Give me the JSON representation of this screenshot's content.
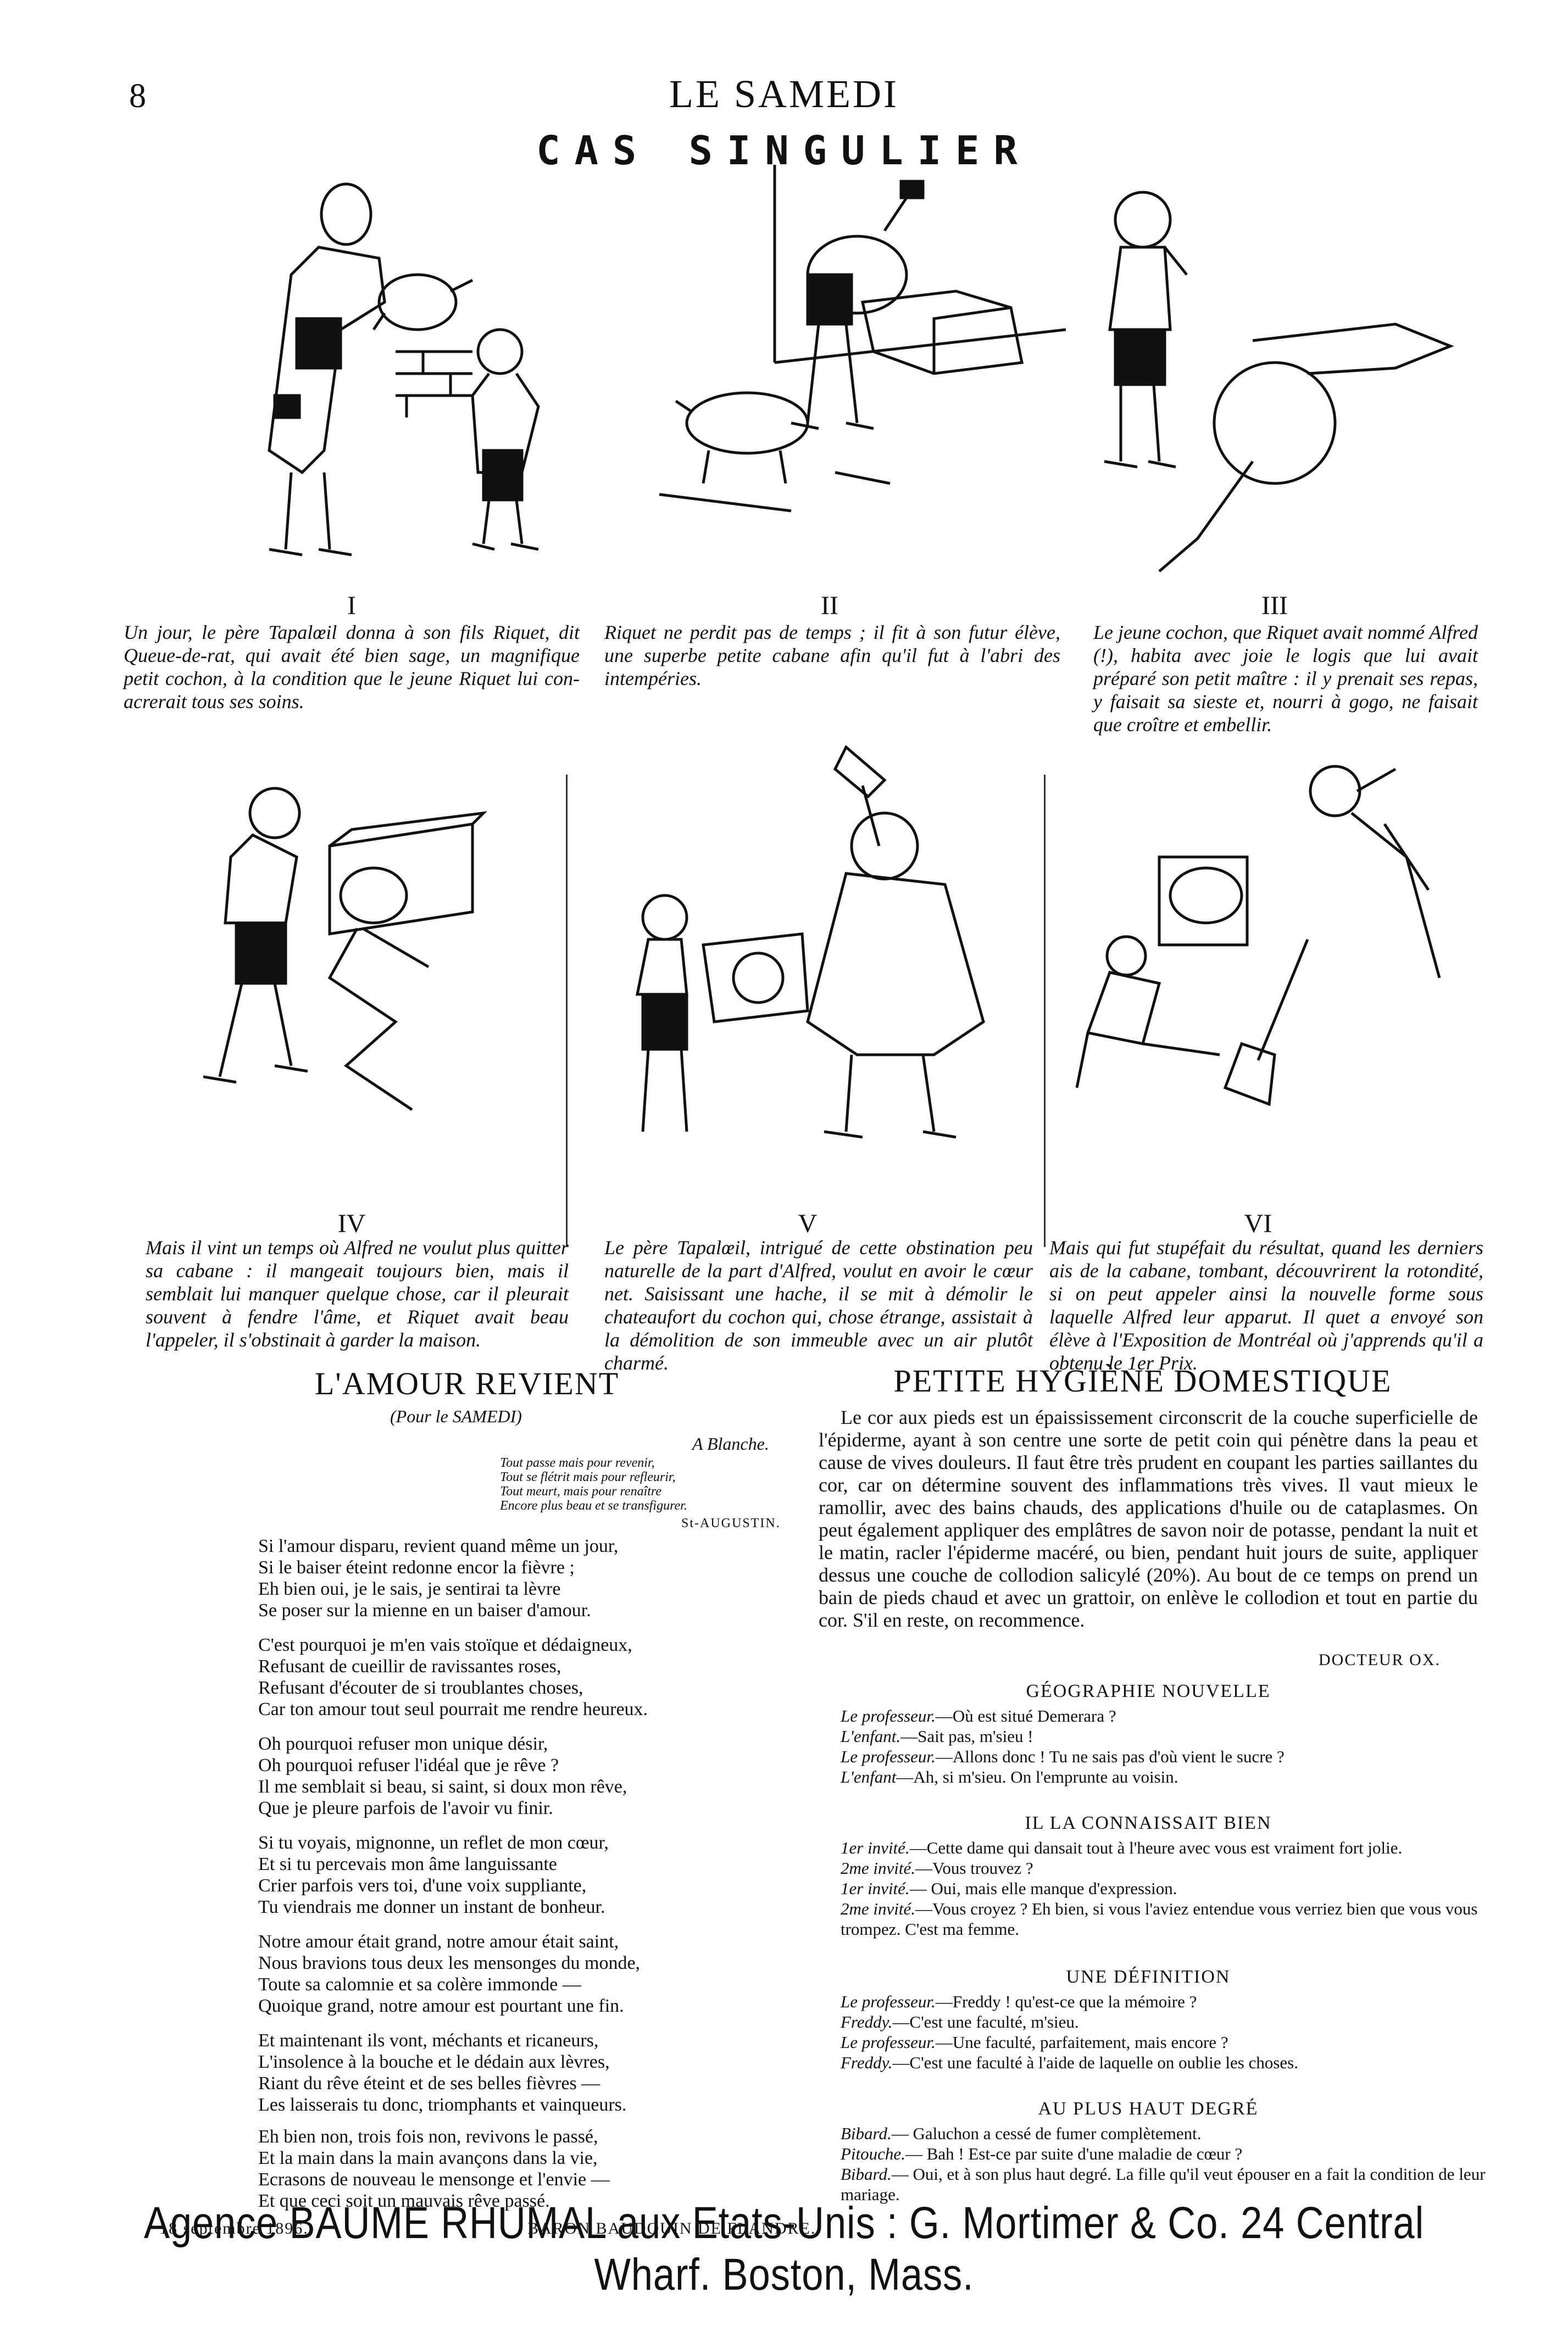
{
  "header": {
    "page_number": "8",
    "masthead": "LE SAMEDI",
    "strip_title": "CAS SINGULIER"
  },
  "panels": [
    {
      "numeral": "I",
      "caption": "Un jour, le père Tapalœil donna à son fils Riquet, dit Queue-de-rat, qui avait été bien sage, un magnifique petit cochon, à la condition que le jeune Riquet lui con-acrerait tous ses soins."
    },
    {
      "numeral": "II",
      "caption": "Riquet ne perdit pas de temps ; il fit à son futur élève, une superbe petite cabane afin qu'il fut à l'abri des intempéries."
    },
    {
      "numeral": "III",
      "caption": "Le jeune cochon, que Riquet avait nommé Alfred (!), habita avec joie le logis que lui avait préparé son petit maître : il y prenait ses repas, y faisait sa sieste et, nourri à gogo, ne faisait que croître et embellir."
    },
    {
      "numeral": "IV",
      "caption": "Mais il vint un temps où Alfred ne voulut plus quitter sa cabane : il mangeait toujours bien, mais il semblait lui manquer quelque chose, car il pleurait souvent à fendre l'âme, et Riquet avait beau l'appeler, il s'obstinait à garder la maison."
    },
    {
      "numeral": "V",
      "caption": "Le père Tapalœil, intrigué de cette obstination peu naturelle de la part d'Alfred, voulut en avoir le cœur net. Saisissant une hache, il se mit à démolir le chateaufort du cochon qui, chose étrange, assistait à la démolition de son immeuble avec un air plutôt charmé."
    },
    {
      "numeral": "VI",
      "caption": "Mais qui fut stupéfait du résultat, quand les derniers ais de la cabane, tombant, découvrirent la rotondité, si on peut appeler ainsi la nouvelle forme sous laquelle Alfred leur apparut. Il quet a envoyé son élève à l'Exposition de Montréal où j'apprends qu'il a obtenu le 1er Prix."
    }
  ],
  "poem": {
    "title": "L'AMOUR REVIENT",
    "subtitle": "(Pour le SAMEDI)",
    "dedication": "A Blanche.",
    "epigraph": [
      "Tout passe mais pour revenir,",
      "Tout se flétrit mais pour refleurir,",
      "Tout meurt, mais pour renaître",
      "Encore plus beau et se transfigurer."
    ],
    "epigraph_author": "St-AUGUSTIN.",
    "stanzas": [
      [
        "Si l'amour disparu, revient quand même un jour,",
        "Si le baiser éteint redonne encor la fièvre ;",
        "Eh bien oui, je le sais, je sentirai ta lèvre",
        "Se poser sur la mienne en un baiser d'amour."
      ],
      [
        "C'est pourquoi je m'en vais stoïque et dédaigneux,",
        "Refusant de cueillir de ravissantes roses,",
        "Refusant d'écouter de si troublantes choses,",
        "Car ton amour tout seul pourrait me rendre heureux."
      ],
      [
        "Oh pourquoi refuser mon unique désir,",
        "Oh pourquoi refuser l'idéal que je rêve ?",
        "Il me semblait si beau, si saint, si doux mon rêve,",
        "Que je pleure parfois de l'avoir vu finir."
      ],
      [
        "Si tu voyais, mignonne, un reflet de mon cœur,",
        "Et si tu percevais mon âme languissante",
        "Crier parfois vers toi, d'une voix suppliante,",
        "Tu viendrais me donner un instant de bonheur."
      ],
      [
        "Notre amour était grand, notre amour était saint,",
        "Nous bravions tous deux les mensonges du monde,",
        "Toute sa calomnie et sa colère immonde —",
        "Quoique grand, notre amour est pourtant une fin."
      ],
      [
        "Et maintenant ils vont, méchants et ricaneurs,",
        "L'insolence à la bouche et le dédain aux lèvres,",
        "Riant du rêve éteint et de ses belles fièvres —",
        "Les laisserais tu donc, triomphants et vainqueurs."
      ],
      [
        "Eh bien non, trois fois non, revivons le passé,",
        "Et la main dans la main avançons dans la vie,",
        "Ecrasons de nouveau le mensonge et l'envie —",
        "Et que ceci soit un mauvais rêve passé."
      ]
    ],
    "date": "18 septembre 1896.",
    "author": "BARON BAUDOUIN DE FLANDRE."
  },
  "hygiene": {
    "title": "PETITE HYGIÈNE DOMESTIQUE",
    "body": "Le cor aux pieds est un épaississement circonscrit de la couche superficielle de l'épiderme, ayant à son centre une sorte de petit coin qui pénètre dans la peau et cause de vives douleurs. Il faut être très prudent en coupant les parties saillantes du cor, car on détermine souvent des inflammations très vives. Il vaut mieux le ramollir, avec des bains chauds, des applications d'huile ou de cataplasmes. On peut également appliquer des emplâtres de savon noir de potasse, pendant la nuit et le matin, racler l'épiderme macéré, ou bien, pendant huit jours de suite, appliquer dessus une couche de collodion salicylé (20%). Au bout de ce temps on prend un bain de pieds chaud et avec un grattoir, on enlève le collodion et tout en partie du cor. S'il en reste, on recommence.",
    "signature": "DOCTEUR OX."
  },
  "jokes": [
    {
      "title": "GÉOGRAPHIE NOUVELLE",
      "lines": [
        {
          "speaker": "Le professeur.",
          "text": "—Où est situé Demerara ?"
        },
        {
          "speaker": "L'enfant.",
          "text": "—Sait pas, m'sieu !"
        },
        {
          "speaker": "Le professeur.",
          "text": "—Allons donc ! Tu ne sais pas d'où vient le sucre ?"
        },
        {
          "speaker": "L'enfant",
          "text": "—Ah, si m'sieu. On l'emprunte au voisin."
        }
      ]
    },
    {
      "title": "IL LA CONNAISSAIT BIEN",
      "lines": [
        {
          "speaker": "1er invité.",
          "text": "—Cette dame qui dansait tout à l'heure avec vous est vraiment fort jolie."
        },
        {
          "speaker": "2me invité.",
          "text": "—Vous trouvez ?"
        },
        {
          "speaker": "1er invité.",
          "text": "— Oui, mais elle manque d'expression."
        },
        {
          "speaker": "2me invité.",
          "text": "—Vous croyez ? Eh bien, si vous l'aviez entendue vous verriez bien que vous vous trompez. C'est ma femme."
        }
      ]
    },
    {
      "title": "UNE DÉFINITION",
      "lines": [
        {
          "speaker": "Le professeur.",
          "text": "—Freddy ! qu'est-ce que la mémoire ?"
        },
        {
          "speaker": "Freddy.",
          "text": "—C'est une faculté, m'sieu."
        },
        {
          "speaker": "Le professeur.",
          "text": "—Une faculté, parfaitement, mais encore ?"
        },
        {
          "speaker": "Freddy.",
          "text": "—C'est une faculté à l'aide de laquelle on oublie les choses."
        }
      ]
    },
    {
      "title": "AU PLUS HAUT DEGRÉ",
      "lines": [
        {
          "speaker": "Bibard.",
          "text": "— Galuchon a cessé de fumer complètement."
        },
        {
          "speaker": "Pitouche.",
          "text": "— Bah ! Est-ce par suite d'une maladie de cœur ?"
        },
        {
          "speaker": "Bibard.",
          "text": "— Oui, et à son plus haut degré. La fille qu'il veut épouser en a fait la condition de leur mariage."
        }
      ]
    }
  ],
  "footer": {
    "ad": "Agence BAUME RHUMAL aux Etats-Unis : G. Mortimer & Co. 24 Central Wharf. Boston, Mass."
  }
}
